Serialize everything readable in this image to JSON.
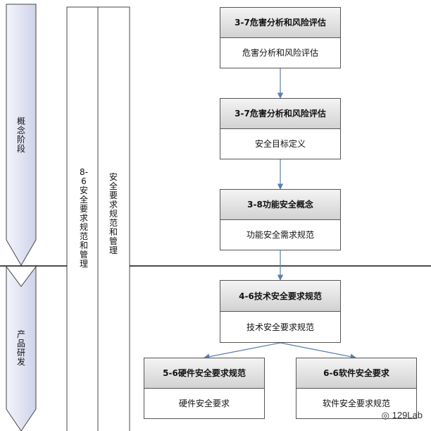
{
  "phases": [
    {
      "label": "概念阶段"
    },
    {
      "label": "产品研发"
    }
  ],
  "side_columns": [
    {
      "label": "8-6安全要求规范和管理"
    },
    {
      "label": "安全要求规范和管理"
    }
  ],
  "boxes": [
    {
      "title": "3-7危害分析和风险评估",
      "subtitle": "危害分析和风险评估"
    },
    {
      "title": "3-7危害分析和风险评估",
      "subtitle": "安全目标定义"
    },
    {
      "title": "3-8功能安全概念",
      "subtitle": "功能安全需求规范"
    },
    {
      "title": "4-6技术安全要求规范",
      "subtitle": "技术安全要求规范"
    },
    {
      "title": "5-6硬件安全要求规范",
      "subtitle": "硬件安全要求"
    },
    {
      "title": "6-6软件安全要求",
      "subtitle": "软件安全要求规范"
    }
  ],
  "watermark": "129Lab",
  "colors": {
    "arrow": "#5a7fb0",
    "phase_fill": "#e4e6f4",
    "border": "#555555"
  }
}
